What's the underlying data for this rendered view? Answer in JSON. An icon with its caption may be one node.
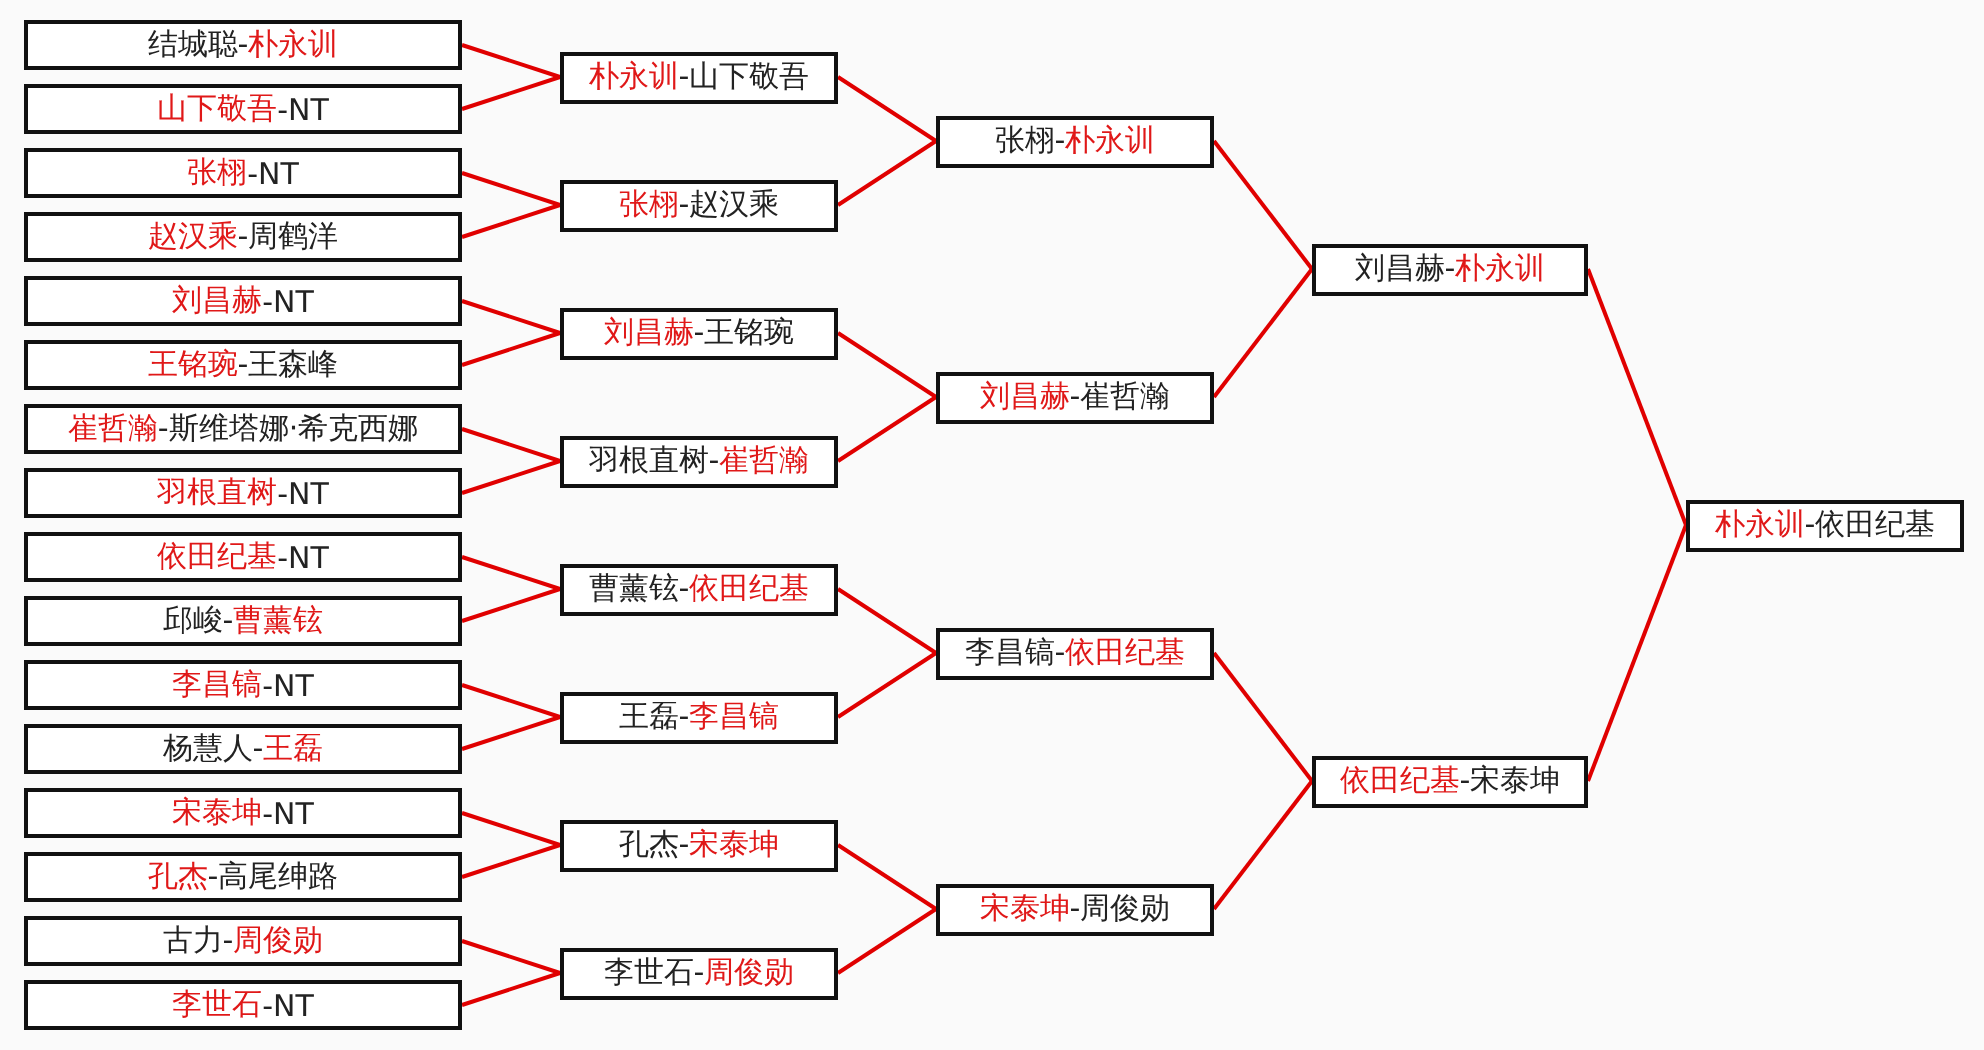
{
  "diagram": {
    "nodes": [
      {
        "text": [
          "结城聪-**朴永训**"
        ]
      },
      {
        "text": [
          "**山下敬吾**-NT"
        ]
      },
      {
        "text": [
          "**张栩**-NT"
        ]
      },
      {
        "text": [
          "**赵汉乘**-周鹤洋"
        ]
      },
      {
        "text": [
          "**刘昌赫**-NT"
        ]
      },
      {
        "text": [
          "**王铭琬**-王森峰"
        ]
      },
      {
        "text": [
          "**崔哲瀚**-斯维塔娜·希克西娜"
        ]
      },
      {
        "text": [
          "**羽根直树**-NT"
        ]
      },
      {
        "text": [
          "**依田纪基**-NT"
        ]
      },
      {
        "text": [
          "邱峻-**曹薰铉**"
        ]
      },
      {
        "text": [
          "**李昌镐**-NT"
        ]
      },
      {
        "text": [
          "杨慧人-**王磊**"
        ]
      },
      {
        "text": [
          "**宋泰坤**-NT"
        ]
      },
      {
        "text": [
          "**孔杰**-高尾绅路"
        ]
      },
      {
        "text": [
          "古力-**周俊勋**"
        ]
      },
      {
        "text": [
          "**李世石**-NT"
        ]
      },
      {
        "text": [
          "**朴永训**-山下敬吾"
        ]
      },
      {
        "text": [
          "**张栩**-赵汉乘"
        ]
      },
      {
        "text": [
          "**刘昌赫**-王铭琬"
        ]
      },
      {
        "text": [
          "羽根直树-**崔哲瀚**"
        ]
      },
      {
        "text": [
          "曹薰铉-**依田纪基**"
        ]
      },
      {
        "text": [
          "王磊-**李昌镐**"
        ]
      },
      {
        "text": [
          "孔杰-**宋泰坤**"
        ]
      },
      {
        "text": [
          "李世石-**周俊勋**"
        ]
      },
      {
        "text": [
          "张栩-**朴永训**"
        ]
      },
      {
        "text": [
          "**刘昌赫**-崔哲瀚"
        ]
      },
      {
        "text": [
          "李昌镐-**依田纪基**"
        ]
      },
      {
        "text": [
          "**宋泰坤**-周俊勋"
        ]
      },
      {
        "text": [
          "刘昌赫-**朴永训**"
        ]
      },
      {
        "text": [
          "**依田纪基**-宋泰坤"
        ]
      },
      {
        "text": [
          "**朴永训**-依田纪基"
        ]
      }
    ],
    "edges": [
      {
        "from": 0,
        "to": 16,
        "arrow": "none"
      },
      {
        "from": 1,
        "to": 16,
        "arrow": "none"
      },
      {
        "from": 2,
        "to": 17,
        "arrow": "none"
      },
      {
        "from": 3,
        "to": 17,
        "arrow": "none"
      },
      {
        "from": 4,
        "to": 18,
        "arrow": "none"
      },
      {
        "from": 5,
        "to": 18,
        "arrow": "none"
      },
      {
        "from": 6,
        "to": 19,
        "arrow": "none"
      },
      {
        "from": 7,
        "to": 19,
        "arrow": "none"
      },
      {
        "from": 8,
        "to": 20,
        "arrow": "none"
      },
      {
        "from": 9,
        "to": 20,
        "arrow": "none"
      },
      {
        "from": 10,
        "to": 21,
        "arrow": "none"
      },
      {
        "from": 11,
        "to": 21,
        "arrow": "none"
      },
      {
        "from": 12,
        "to": 22,
        "arrow": "none"
      },
      {
        "from": 13,
        "to": 22,
        "arrow": "none"
      },
      {
        "from": 14,
        "to": 23,
        "arrow": "none"
      },
      {
        "from": 15,
        "to": 23,
        "arrow": "none"
      },
      {
        "from": 16,
        "to": 24,
        "arrow": "none"
      },
      {
        "from": 17,
        "to": 24,
        "arrow": "none"
      },
      {
        "from": 18,
        "to": 25,
        "arrow": "none"
      },
      {
        "from": 19,
        "to": 25,
        "arrow": "none"
      },
      {
        "from": 20,
        "to": 26,
        "arrow": "none"
      },
      {
        "from": 21,
        "to": 26,
        "arrow": "none"
      },
      {
        "from": 22,
        "to": 27,
        "arrow": "none"
      },
      {
        "from": 23,
        "to": 27,
        "arrow": "none"
      },
      {
        "from": 24,
        "to": 28,
        "arrow": "none"
      },
      {
        "from": 25,
        "to": 28,
        "arrow": "none"
      },
      {
        "from": 26,
        "to": 29,
        "arrow": "none"
      },
      {
        "from": 27,
        "to": 29,
        "arrow": "none"
      },
      {
        "from": 28,
        "to": 30,
        "arrow": "none"
      },
      {
        "from": 29,
        "to": 30,
        "arrow": "none"
      }
    ]
  }
}
